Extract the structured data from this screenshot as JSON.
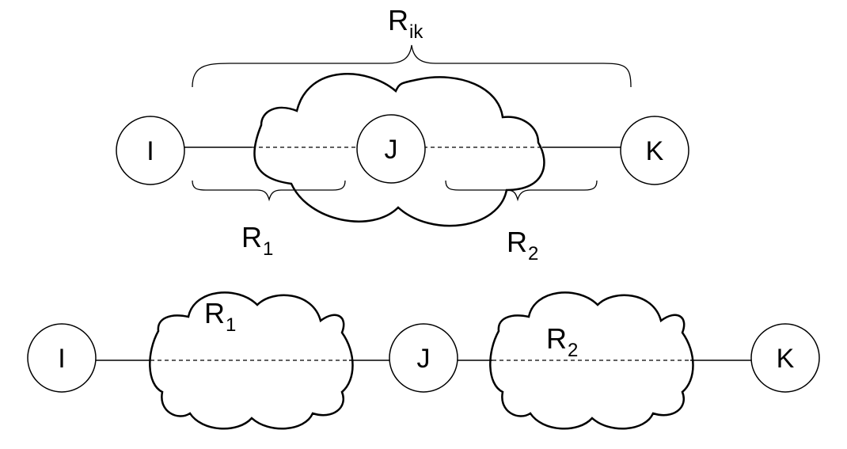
{
  "top_diagram": {
    "nodes": [
      {
        "id": "I",
        "label": "I"
      },
      {
        "id": "J",
        "label": "J"
      },
      {
        "id": "K",
        "label": "K"
      }
    ],
    "span_label": {
      "main": "R",
      "sub": "ik"
    },
    "segment_labels": [
      {
        "main": "R",
        "sub": "1"
      },
      {
        "main": "R",
        "sub": "2"
      }
    ]
  },
  "bottom_diagram": {
    "nodes": [
      {
        "id": "I",
        "label": "I"
      },
      {
        "id": "J",
        "label": "J"
      },
      {
        "id": "K",
        "label": "K"
      }
    ],
    "cloud_labels": [
      {
        "main": "R",
        "sub": "1"
      },
      {
        "main": "R",
        "sub": "2"
      }
    ]
  }
}
